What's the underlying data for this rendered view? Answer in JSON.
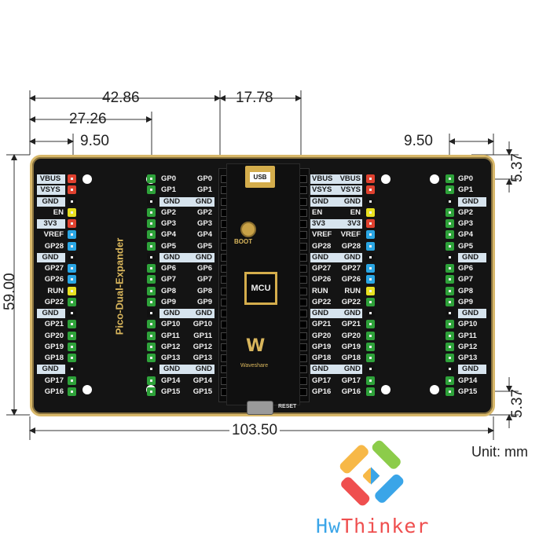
{
  "dimensions": {
    "d1": "42.86",
    "d2": "17.78",
    "d3": "27.26",
    "d4": "9.50",
    "d5": "9.50",
    "d6": "5.37",
    "d7": "5.37",
    "height": "59.00",
    "width": "103.50",
    "unit": "Unit: mm"
  },
  "board": {
    "title": "Pico-Dual-Expander",
    "usb": "USB",
    "boot": "BOOT",
    "mcu": "MCU",
    "brand": "Waveshare",
    "reset": "RESET",
    "left_outer": [
      "VBUS",
      "VSYS",
      "GND",
      "EN",
      "3V3",
      "VREF",
      "GP28",
      "GND",
      "GP27",
      "GP26",
      "RUN",
      "GP22",
      "GND",
      "GP21",
      "GP20",
      "GP19",
      "GP18",
      "GND",
      "GP17",
      "GP16"
    ],
    "left_outer_boxed": [
      true,
      true,
      true,
      false,
      true,
      false,
      false,
      true,
      false,
      false,
      false,
      false,
      true,
      false,
      false,
      false,
      false,
      true,
      false,
      false
    ],
    "left_outer_colors": [
      "red",
      "red",
      "black",
      "yellow",
      "red",
      "blue",
      "blue",
      "black",
      "blue",
      "blue",
      "yellow",
      "green",
      "black",
      "green",
      "green",
      "green",
      "green",
      "black",
      "green",
      "green"
    ],
    "gp_side": [
      "GP0",
      "GP1",
      "GND",
      "GP2",
      "GP3",
      "GP4",
      "GP5",
      "GND",
      "GP6",
      "GP7",
      "GP8",
      "GP9",
      "GND",
      "GP10",
      "GP11",
      "GP12",
      "GP13",
      "GND",
      "GP14",
      "GP15"
    ],
    "gp_side_colors": [
      "green",
      "green",
      "black",
      "green",
      "green",
      "green",
      "green",
      "black",
      "green",
      "green",
      "green",
      "green",
      "black",
      "green",
      "green",
      "green",
      "green",
      "black",
      "green",
      "green"
    ],
    "pin_colors": {
      "red": "#e0412f",
      "yellow": "#e8e021",
      "blue": "#2aa6e4",
      "green": "#2ea23a",
      "black": "#111111"
    }
  },
  "logo": {
    "text_hw": "Hw",
    "text_thinker": "Thinker"
  }
}
